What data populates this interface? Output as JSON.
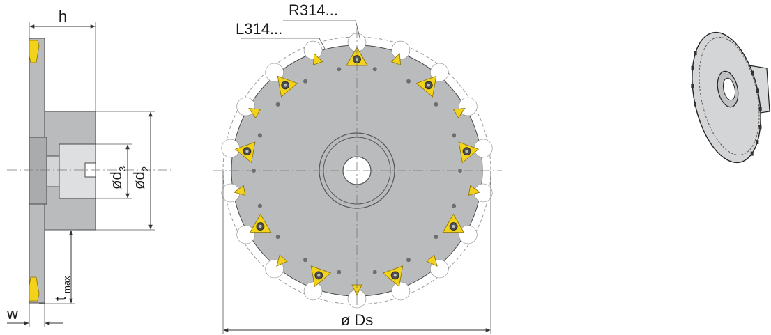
{
  "labels": {
    "h": "h",
    "d3_prefix": "ød",
    "d3_sub": "3",
    "d2_prefix": "ød",
    "d2_sub": "2",
    "t_prefix": "t",
    "t_sub": "max",
    "w": "w",
    "l_insert": "L314...",
    "r_insert": "R314...",
    "ds": "ø Ds"
  },
  "colors": {
    "insert": "#f3d21a",
    "body": "#b9bbbd",
    "line": "#333333"
  }
}
